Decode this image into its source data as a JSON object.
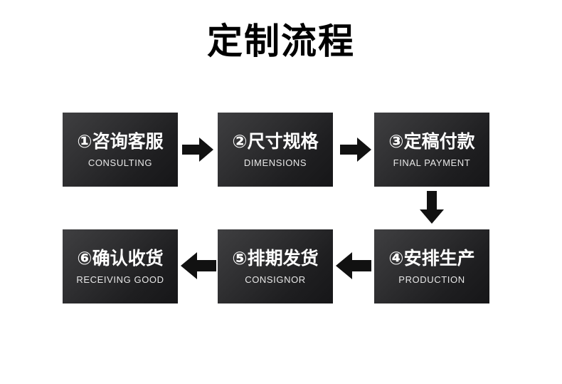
{
  "page": {
    "title": "定制流程",
    "background_color": "#ffffff",
    "box_color_light": "#3f3f41",
    "box_color_dark": "#161618",
    "text_color": "#ffffff",
    "arrow_color": "#111111"
  },
  "steps": [
    {
      "number": "①",
      "cn": "①咨询客服",
      "en": "CONSULTING",
      "label_cn": "咨询客服",
      "index": 1
    },
    {
      "number": "②",
      "cn": "②尺寸规格",
      "en": "DIMENSIONS",
      "label_cn": "尺寸规格",
      "index": 2
    },
    {
      "number": "③",
      "cn": "③定稿付款",
      "en": "FINAL PAYMENT",
      "label_cn": "定稿付款",
      "index": 3
    },
    {
      "number": "④",
      "cn": "④安排生产",
      "en": "PRODUCTION",
      "label_cn": "安排生产",
      "index": 4
    },
    {
      "number": "⑤",
      "cn": "⑤排期发货",
      "en": "CONSIGNOR",
      "label_cn": "排期发货",
      "index": 5
    },
    {
      "number": "⑥",
      "cn": "⑥确认收货",
      "en": "RECEIVING GOOD",
      "label_cn": "确认收货",
      "index": 6
    }
  ],
  "arrows": [
    {
      "name": "arrow-right-1-2",
      "direction": "right"
    },
    {
      "name": "arrow-right-2-3",
      "direction": "right"
    },
    {
      "name": "arrow-down-3-4",
      "direction": "down"
    },
    {
      "name": "arrow-left-4-5",
      "direction": "left"
    },
    {
      "name": "arrow-left-5-6",
      "direction": "left"
    }
  ]
}
